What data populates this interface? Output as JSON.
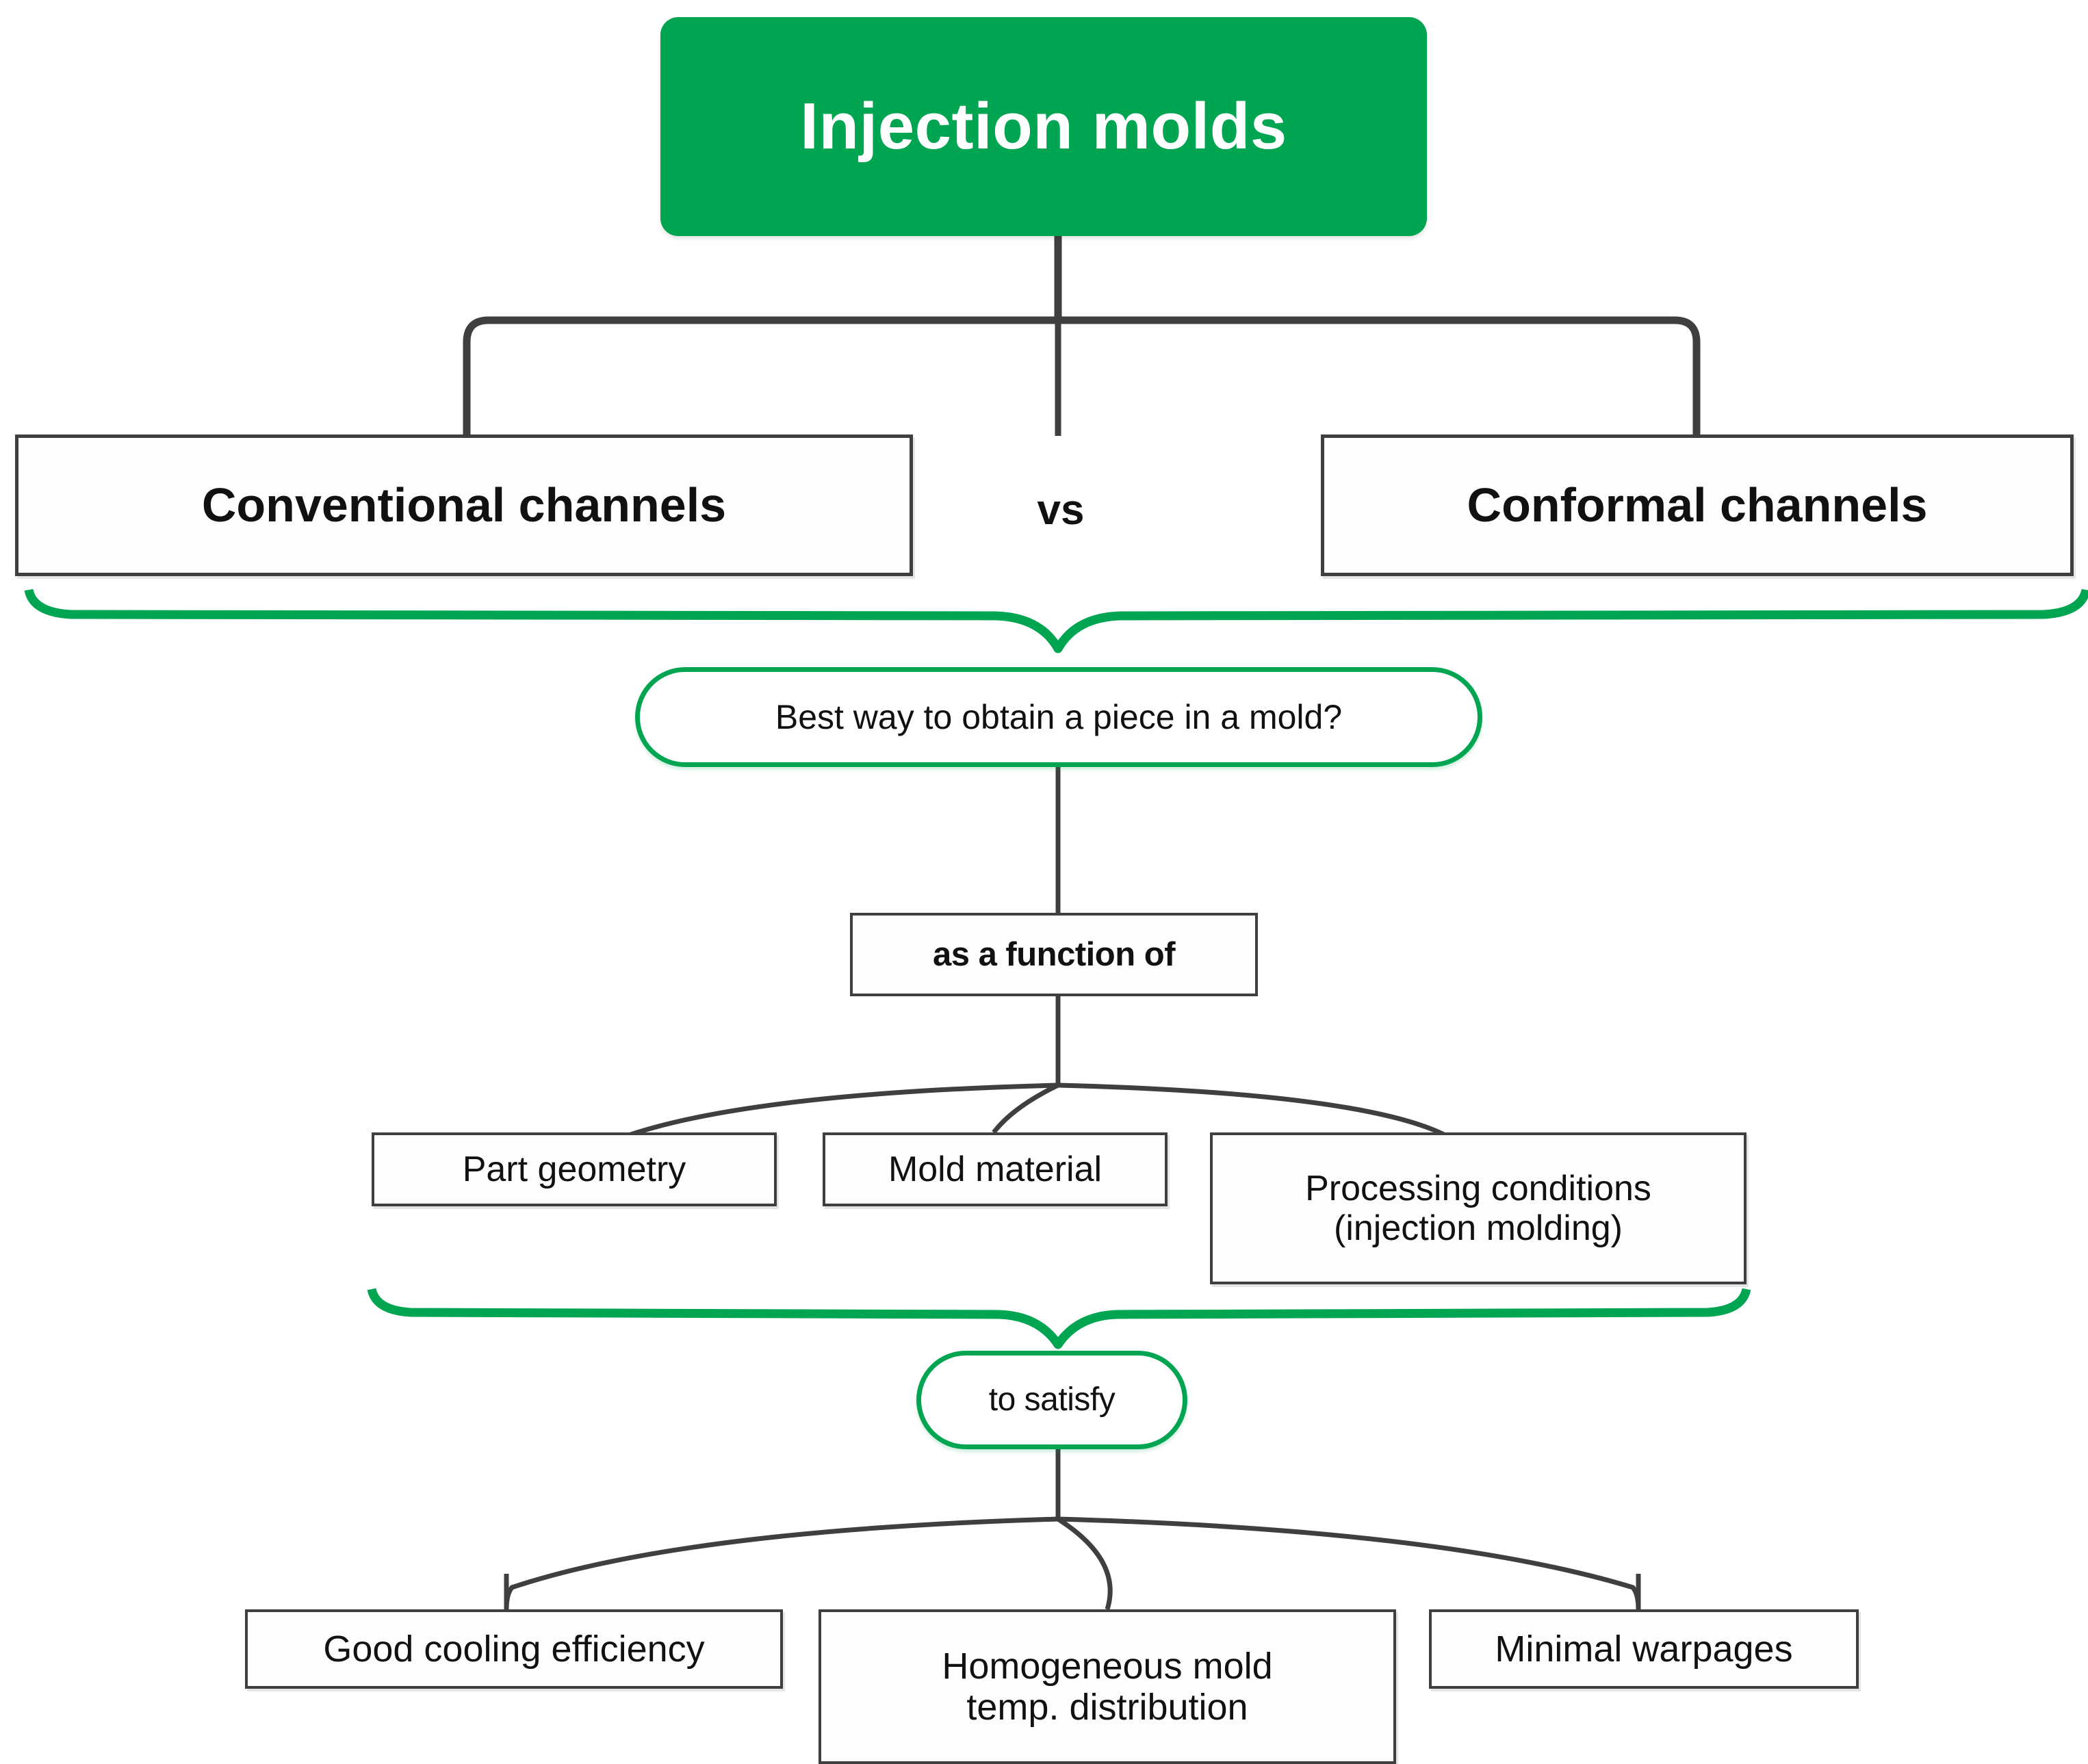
{
  "diagram": {
    "title": "Injection molds",
    "accent_color": "#00a551",
    "line_color": "#3f3f3f",
    "root": {
      "label": "Injection molds"
    },
    "comparison": {
      "left": "Conventional channels",
      "separator": "vs",
      "right": "Conformal channels"
    },
    "question": {
      "label": "Best way to obtain a piece in a mold?"
    },
    "connector_label": {
      "label": "as a function of"
    },
    "factors": [
      {
        "label": "Part geometry"
      },
      {
        "label": "Mold material"
      },
      {
        "label_line1": "Processing conditions",
        "label_line2": "(injection molding)"
      }
    ],
    "goal_connector": {
      "label": "to satisfy"
    },
    "goals": [
      {
        "label": "Good cooling efficiency"
      },
      {
        "label_line1": "Homogeneous mold",
        "label_line2": "temp. distribution"
      },
      {
        "label": "Minimal warpages"
      }
    ]
  }
}
